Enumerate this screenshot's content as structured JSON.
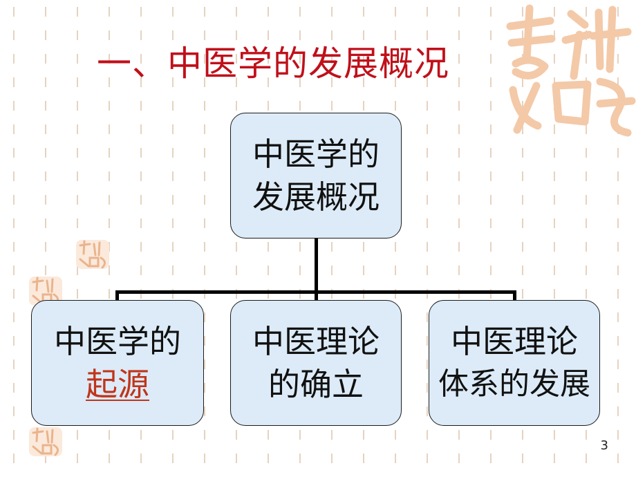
{
  "slide": {
    "title": "一、中医学的发展概况",
    "page_number": "3"
  },
  "diagram": {
    "root": {
      "line1": "中医学的",
      "line2": "发展概况"
    },
    "children": [
      {
        "line1": "中医学的",
        "line2": "起源",
        "line2_is_link": true
      },
      {
        "line1": "中医理论",
        "line2": "的确立"
      },
      {
        "line1": "中医理论",
        "line2": "体系的发展"
      }
    ]
  },
  "colors": {
    "title": "#c0101a",
    "node_fill": "#dcebf7",
    "link": "#c0341a",
    "decoration": "#f3c9a8"
  }
}
